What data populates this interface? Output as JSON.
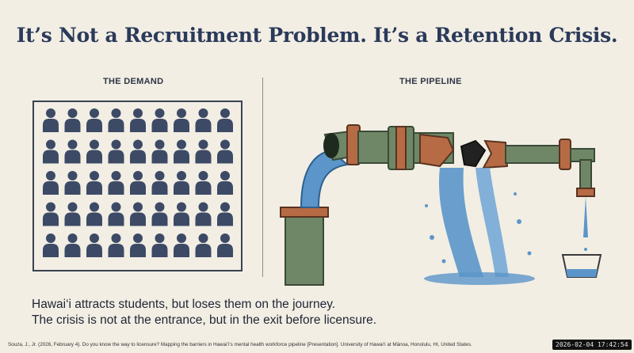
{
  "slide": {
    "title": "It’s Not a Recruitment Problem. It’s a Retention Crisis.",
    "demand_label": "THE DEMAND",
    "pipeline_label": "THE PIPELINE",
    "caption_line1": "Hawai‘i attracts students, but loses them on the journey.",
    "caption_line2": "The crisis is not at the entrance, but in the exit before licensure.",
    "citation": "Souza, J., Jr. (2026, February 4). Do you know the way to licensure? Mapping the barriers in Hawai‘i’s mental health workforce pipeline [Presentation]. University of Hawai‘i at Mānoa, Honolulu, HI, United States.",
    "timestamp": "2026-02-04 17:42:54"
  },
  "people_grid": {
    "rows": 5,
    "cols": 9,
    "color": "#3d4a66"
  },
  "pipeline_colors": {
    "pipe_green": "#6f8766",
    "pipe_green_dark": "#4f6349",
    "rust": "#b66b45",
    "water": "#5b95c9"
  },
  "icons": {
    "person": "person-icon",
    "pipe": "broken-pipe-illustration",
    "bucket": "bucket-icon"
  }
}
